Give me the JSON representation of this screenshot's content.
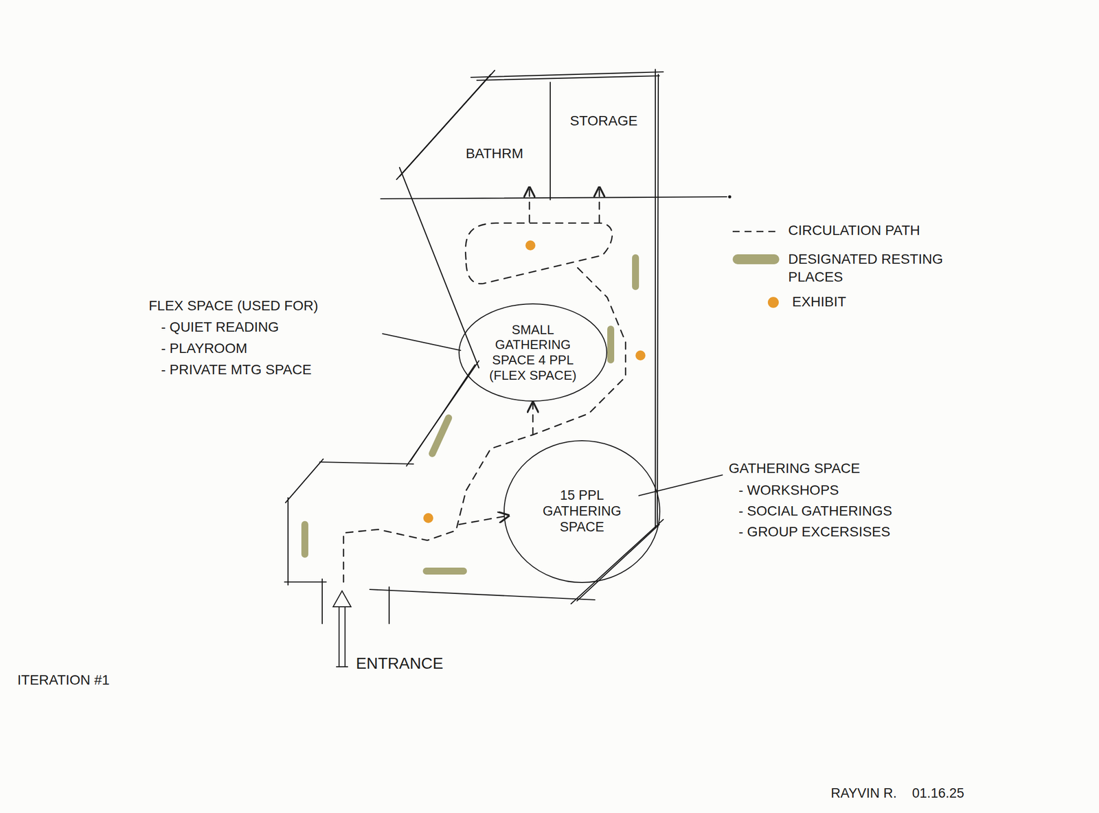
{
  "diagram": {
    "nodes": [
      {
        "text": [
          "BATHRM"
        ]
      },
      {
        "text": [
          "STORAGE"
        ]
      },
      {
        "text": [
          "SMALL GATHERING SPACE 4 PPL (FLEX SPACE)"
        ]
      },
      {
        "text": [
          "15 PPL GATHERING SPACE"
        ]
      }
    ],
    "labels": [
      "FLEX SPACE (USED FOR)",
      "- QUIET READING",
      "- PLAYROOM",
      "- PRIVATE MTG SPACE",
      "GATHERING SPACE",
      "- WORKSHOPS",
      "- SOCIAL GATHERINGS",
      "- GROUP EXCERSISES",
      "ENTRANCE",
      "ITERATION #1",
      "RAYVIN R.",
      "01.16.25"
    ],
    "legend": [
      {
        "text": "CIRCULATION PATH"
      },
      {
        "text": "DESIGNATED RESTING PLACES",
        "color": "#a8a676"
      },
      {
        "text": "EXHIBIT",
        "color": "#e89a2c"
      }
    ]
  }
}
